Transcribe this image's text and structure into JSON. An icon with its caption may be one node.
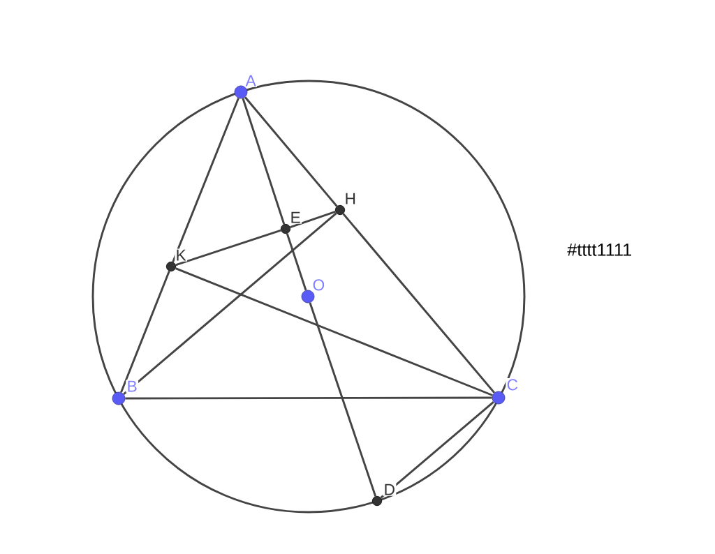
{
  "diagram": {
    "nodes": [
      {
        "text": [
          "A"
        ]
      },
      {
        "text": [
          "B"
        ]
      },
      {
        "text": [
          "C"
        ]
      },
      {
        "text": [
          "D"
        ]
      },
      {
        "text": [
          "E"
        ]
      },
      {
        "text": [
          "H"
        ]
      },
      {
        "text": [
          "K"
        ]
      },
      {
        "text": [
          "O"
        ]
      }
    ],
    "edges": [
      {
        "from": 0,
        "to": 6,
        "arrow": "none"
      },
      {
        "from": 6,
        "to": 1,
        "arrow": "none"
      },
      {
        "from": 0,
        "to": 5,
        "arrow": "none"
      },
      {
        "from": 5,
        "to": 2,
        "arrow": "none"
      },
      {
        "from": 0,
        "to": 4,
        "arrow": "none"
      },
      {
        "from": 4,
        "to": 7,
        "arrow": "none"
      },
      {
        "from": 7,
        "to": 3,
        "arrow": "none"
      },
      {
        "from": 1,
        "to": 2,
        "arrow": "none"
      },
      {
        "from": 1,
        "to": 5,
        "arrow": "none"
      },
      {
        "from": 6,
        "to": 4,
        "arrow": "none"
      },
      {
        "from": 4,
        "to": 5,
        "arrow": "none"
      },
      {
        "from": 6,
        "to": 2,
        "arrow": "none"
      },
      {
        "from": 2,
        "to": 3,
        "arrow": "none"
      }
    ],
    "labels": [
      "#tttt1111"
    ]
  }
}
